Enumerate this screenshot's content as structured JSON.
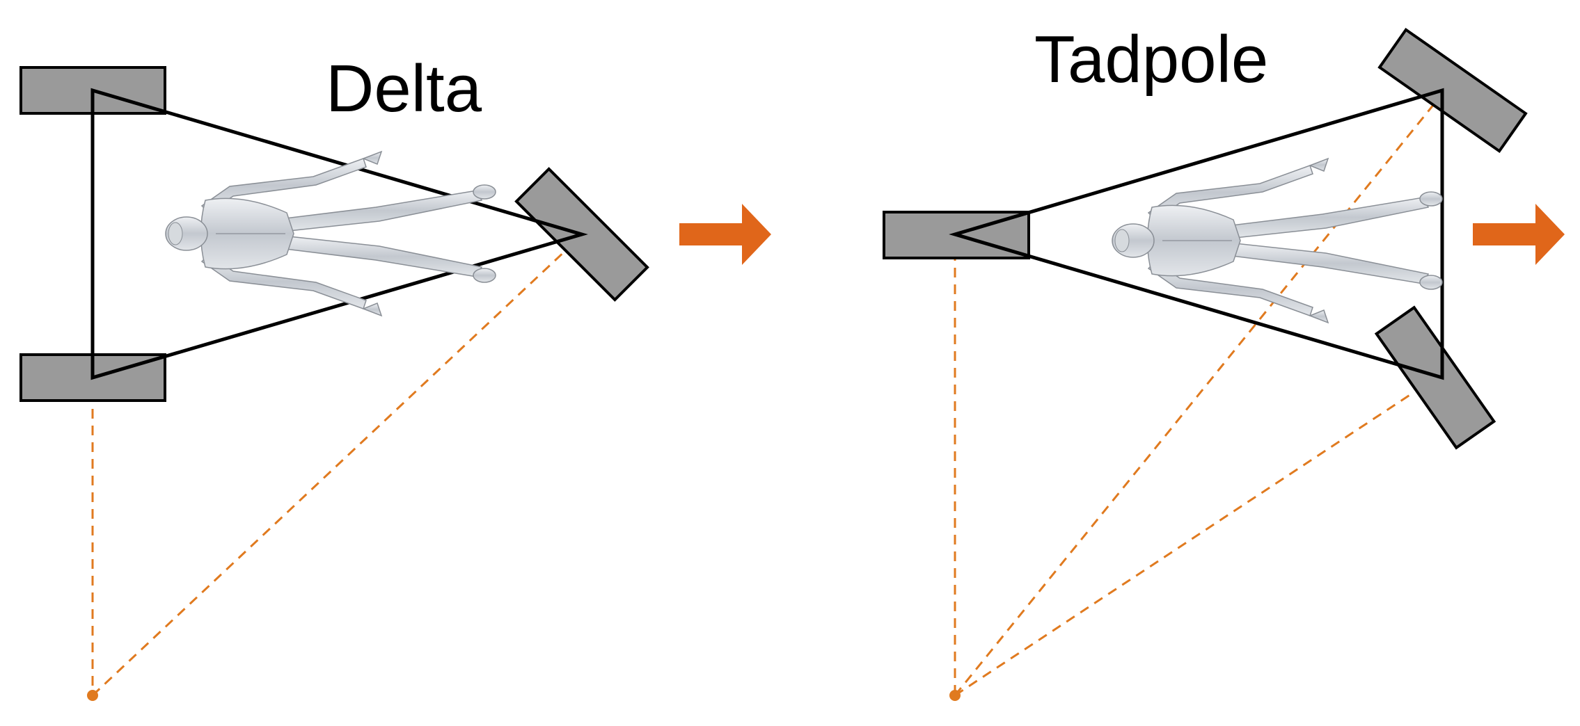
{
  "diagrams": [
    {
      "id": "delta",
      "title": "Delta"
    },
    {
      "id": "tadpole",
      "title": "Tadpole"
    }
  ],
  "colors": {
    "wheel_fill": "#9a9a9a",
    "frame": "#000000",
    "turning_lines": "#e07a1f",
    "direction_arrow": "#e0661a",
    "rider": "#c8ccd2"
  },
  "icons": {
    "direction": "arrow-right-icon",
    "rider": "human-figure-icon",
    "wheel": "wheel-rectangle-icon",
    "turn_center": "turning-center-dot-icon"
  }
}
